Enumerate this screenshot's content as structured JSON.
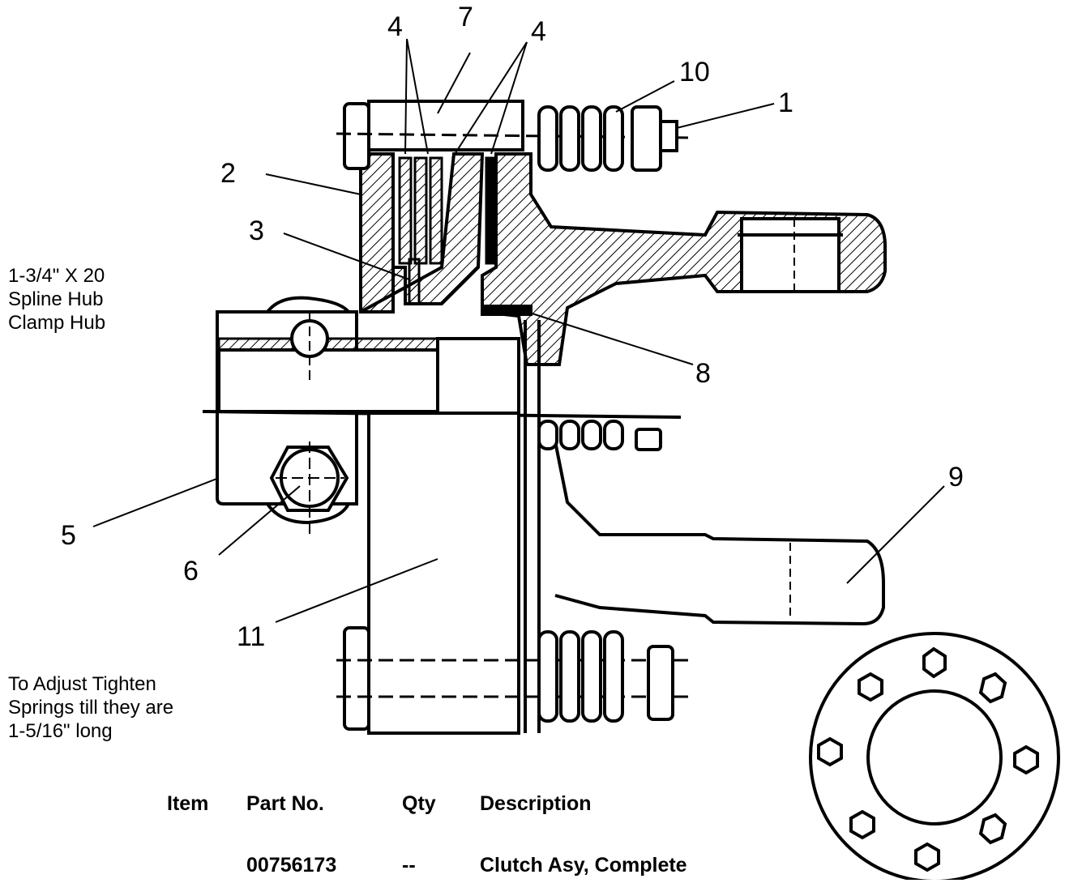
{
  "callouts": [
    "4",
    "7",
    "4",
    "10",
    "1",
    "2",
    "3",
    "8",
    "5",
    "6",
    "9",
    "11"
  ],
  "notes": {
    "hub": [
      "1-3/4\" X 20",
      "Spline Hub",
      "Clamp Hub"
    ],
    "adjust": [
      "To Adjust Tighten",
      "Springs till they are",
      "1-5/16\" long"
    ]
  },
  "table": {
    "headers": [
      "Item",
      "Part No.",
      "Qty",
      "Description"
    ],
    "rows": [
      [
        "",
        "00756173",
        "--",
        "Clutch Asy, Complete"
      ]
    ]
  }
}
